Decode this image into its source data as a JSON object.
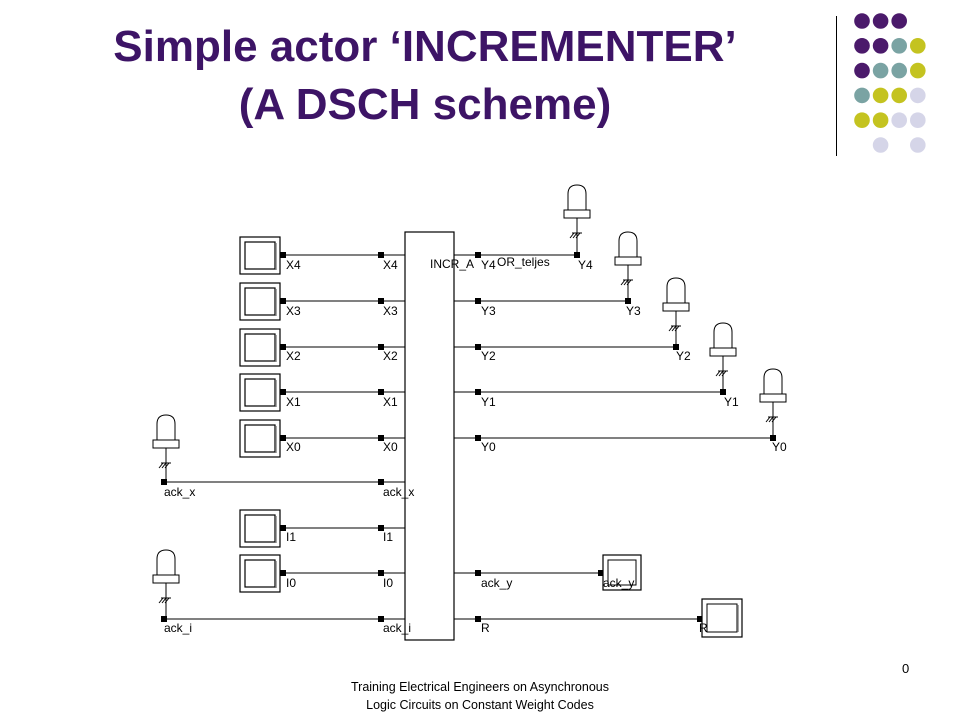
{
  "title": {
    "line1": "Simple actor ‘INCREMENTER’",
    "line2": "(A DSCH scheme)"
  },
  "colors": {
    "title": "#3d1466",
    "purple": "#4b1a6b",
    "teal": "#7aa3a3",
    "yellow": "#c4c320",
    "lavender": "#d5d5e8"
  },
  "decor_dot_grid": [
    [
      "purple",
      "purple",
      "purple",
      null
    ],
    [
      "purple",
      "purple",
      "teal",
      "yellow"
    ],
    [
      "purple",
      "teal",
      "teal",
      "yellow"
    ],
    [
      "teal",
      "yellow",
      "yellow",
      "lavender"
    ],
    [
      "yellow",
      "yellow",
      "lavender",
      "lavender"
    ],
    [
      null,
      "lavender",
      null,
      "lavender"
    ]
  ],
  "block": {
    "name": "INCR_A",
    "extra": "OR_teljes"
  },
  "inputs": [
    {
      "ext": "X4",
      "port": "X4"
    },
    {
      "ext": "X3",
      "port": "X3"
    },
    {
      "ext": "X2",
      "port": "X2"
    },
    {
      "ext": "X1",
      "port": "X1"
    },
    {
      "ext": "X0",
      "port": "X0"
    }
  ],
  "outputs": [
    {
      "port": "Y4",
      "ext": "Y4"
    },
    {
      "port": "Y3",
      "ext": "Y3"
    },
    {
      "port": "Y2",
      "ext": "Y2"
    },
    {
      "port": "Y1",
      "ext": "Y1"
    },
    {
      "port": "Y0",
      "ext": "Y0"
    }
  ],
  "ack_x": {
    "ext": "ack_x",
    "port": "ack_x"
  },
  "i_inputs": [
    {
      "ext": "I1",
      "port": "I1"
    },
    {
      "ext": "I0",
      "port": "I0"
    }
  ],
  "ack_y": {
    "port": "ack_y",
    "ext": "ack_y"
  },
  "ack_i": {
    "ext": "ack_i",
    "port": "ack_i"
  },
  "r_out": {
    "port": "R",
    "ext": "R"
  },
  "footer": {
    "line1": "Training Electrical Engineers on Asynchronous",
    "line2": "Logic Circuits on Constant Weight Codes"
  },
  "page_number": "0"
}
